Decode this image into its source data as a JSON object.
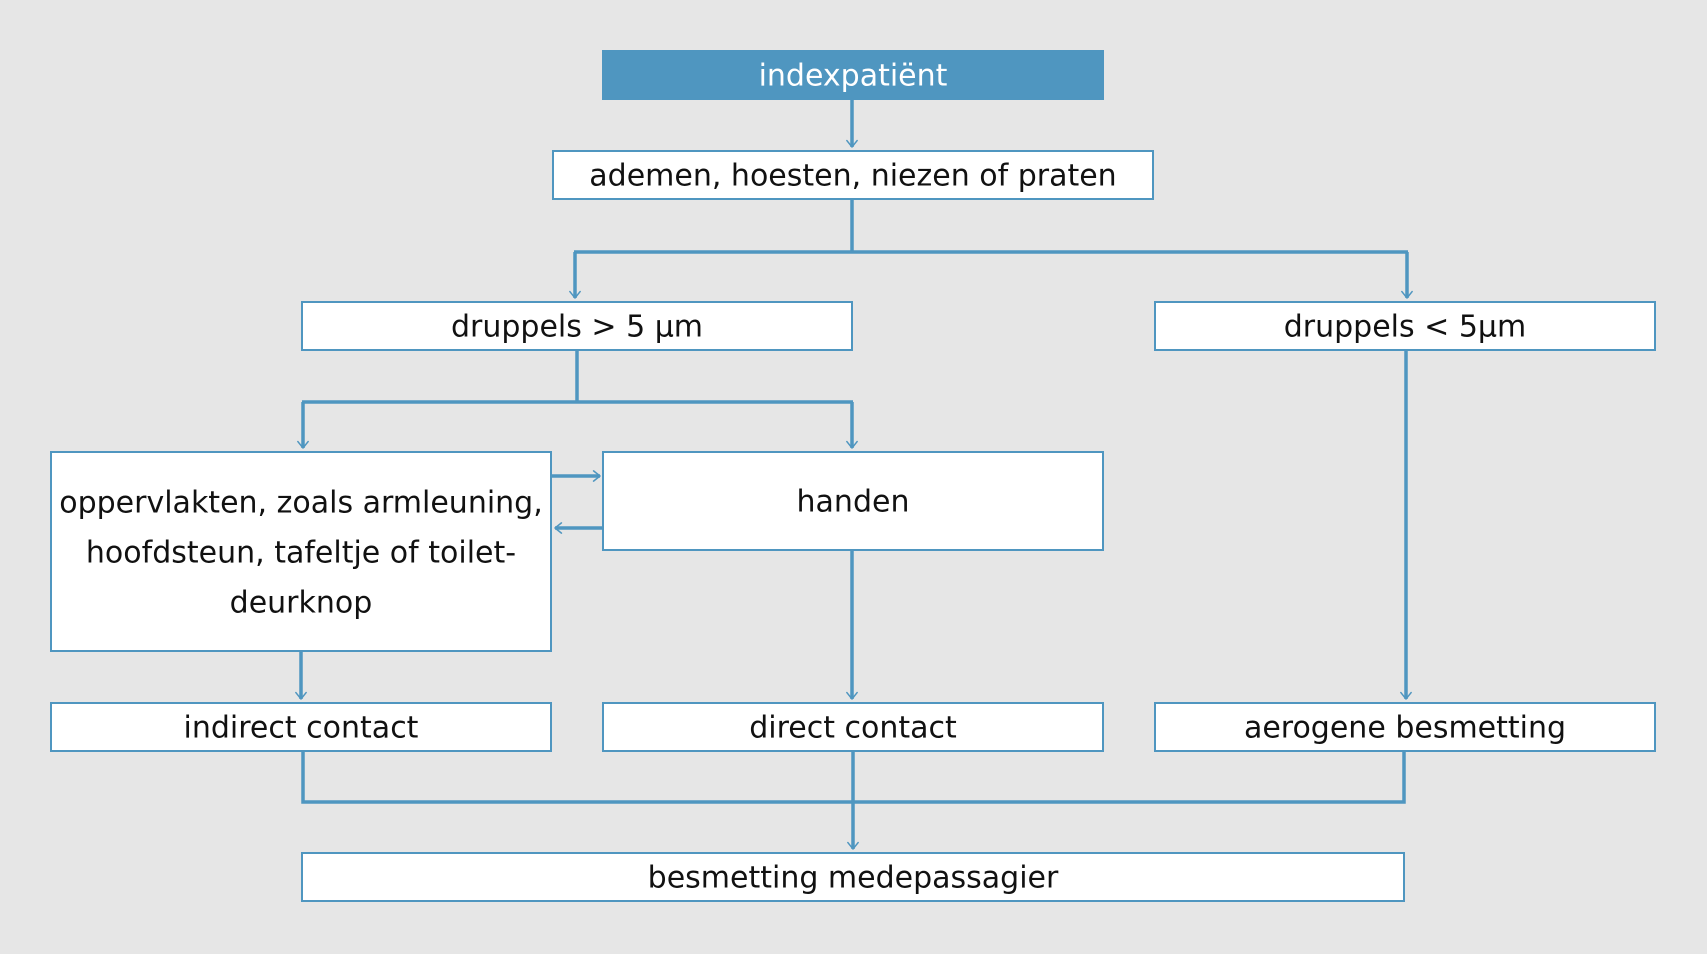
{
  "nodes": {
    "index": "indexpatiënt",
    "modes": "ademen, hoesten, niezen of praten",
    "large": "druppels > 5 µm",
    "small": "druppels < 5µm",
    "surfaces": [
      "oppervlakten, zoals armleuning,",
      "hoofdsteun, tafeltje of toilet-",
      "deurknop"
    ],
    "hands": "handen",
    "indirect": "indirect contact",
    "direct": "direct contact",
    "aerogenic": "aerogene besmetting",
    "passenger": "besmetting medepassagier"
  },
  "colors": {
    "accent": "#4f96c0",
    "background": "#e6e6e6",
    "box": "#ffffff",
    "text": "#111111",
    "header_text": "#ffffff"
  }
}
